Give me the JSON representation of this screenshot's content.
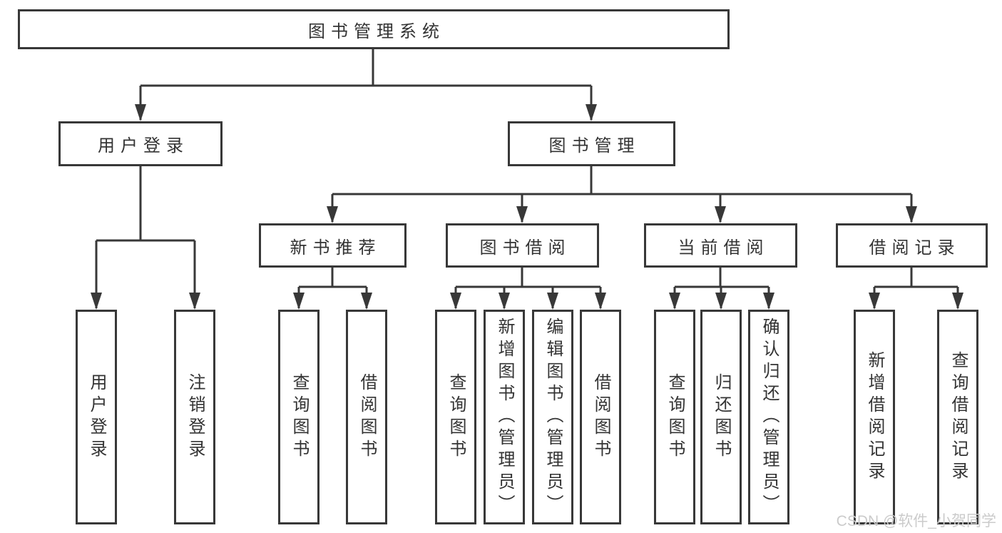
{
  "diagram": {
    "type": "hierarchy-tree",
    "root": {
      "label": "图书管理系统"
    },
    "children": [
      {
        "label": "用户登录",
        "children": [
          {
            "label": "用户登录"
          },
          {
            "label": "注销登录"
          }
        ]
      },
      {
        "label": "图书管理",
        "children": [
          {
            "label": "新书推荐",
            "children": [
              {
                "label": "查询图书"
              },
              {
                "label": "借阅图书"
              }
            ]
          },
          {
            "label": "图书借阅",
            "children": [
              {
                "label": "查询图书"
              },
              {
                "label": "新增图书（管理员）"
              },
              {
                "label": "编辑图书（管理员）"
              },
              {
                "label": "借阅图书"
              }
            ]
          },
          {
            "label": "当前借阅",
            "children": [
              {
                "label": "查询图书"
              },
              {
                "label": "归还图书"
              },
              {
                "label": "确认归还（管理员）"
              }
            ]
          },
          {
            "label": "借阅记录",
            "children": [
              {
                "label": "新增借阅记录"
              },
              {
                "label": "查询借阅记录"
              }
            ]
          }
        ]
      }
    ]
  },
  "watermark": {
    "text": "CSDN @软件_小贺同学"
  },
  "colors": {
    "line": "#383838",
    "text": "#333333",
    "background": "#ffffff",
    "watermark": "#cbcbcb"
  }
}
